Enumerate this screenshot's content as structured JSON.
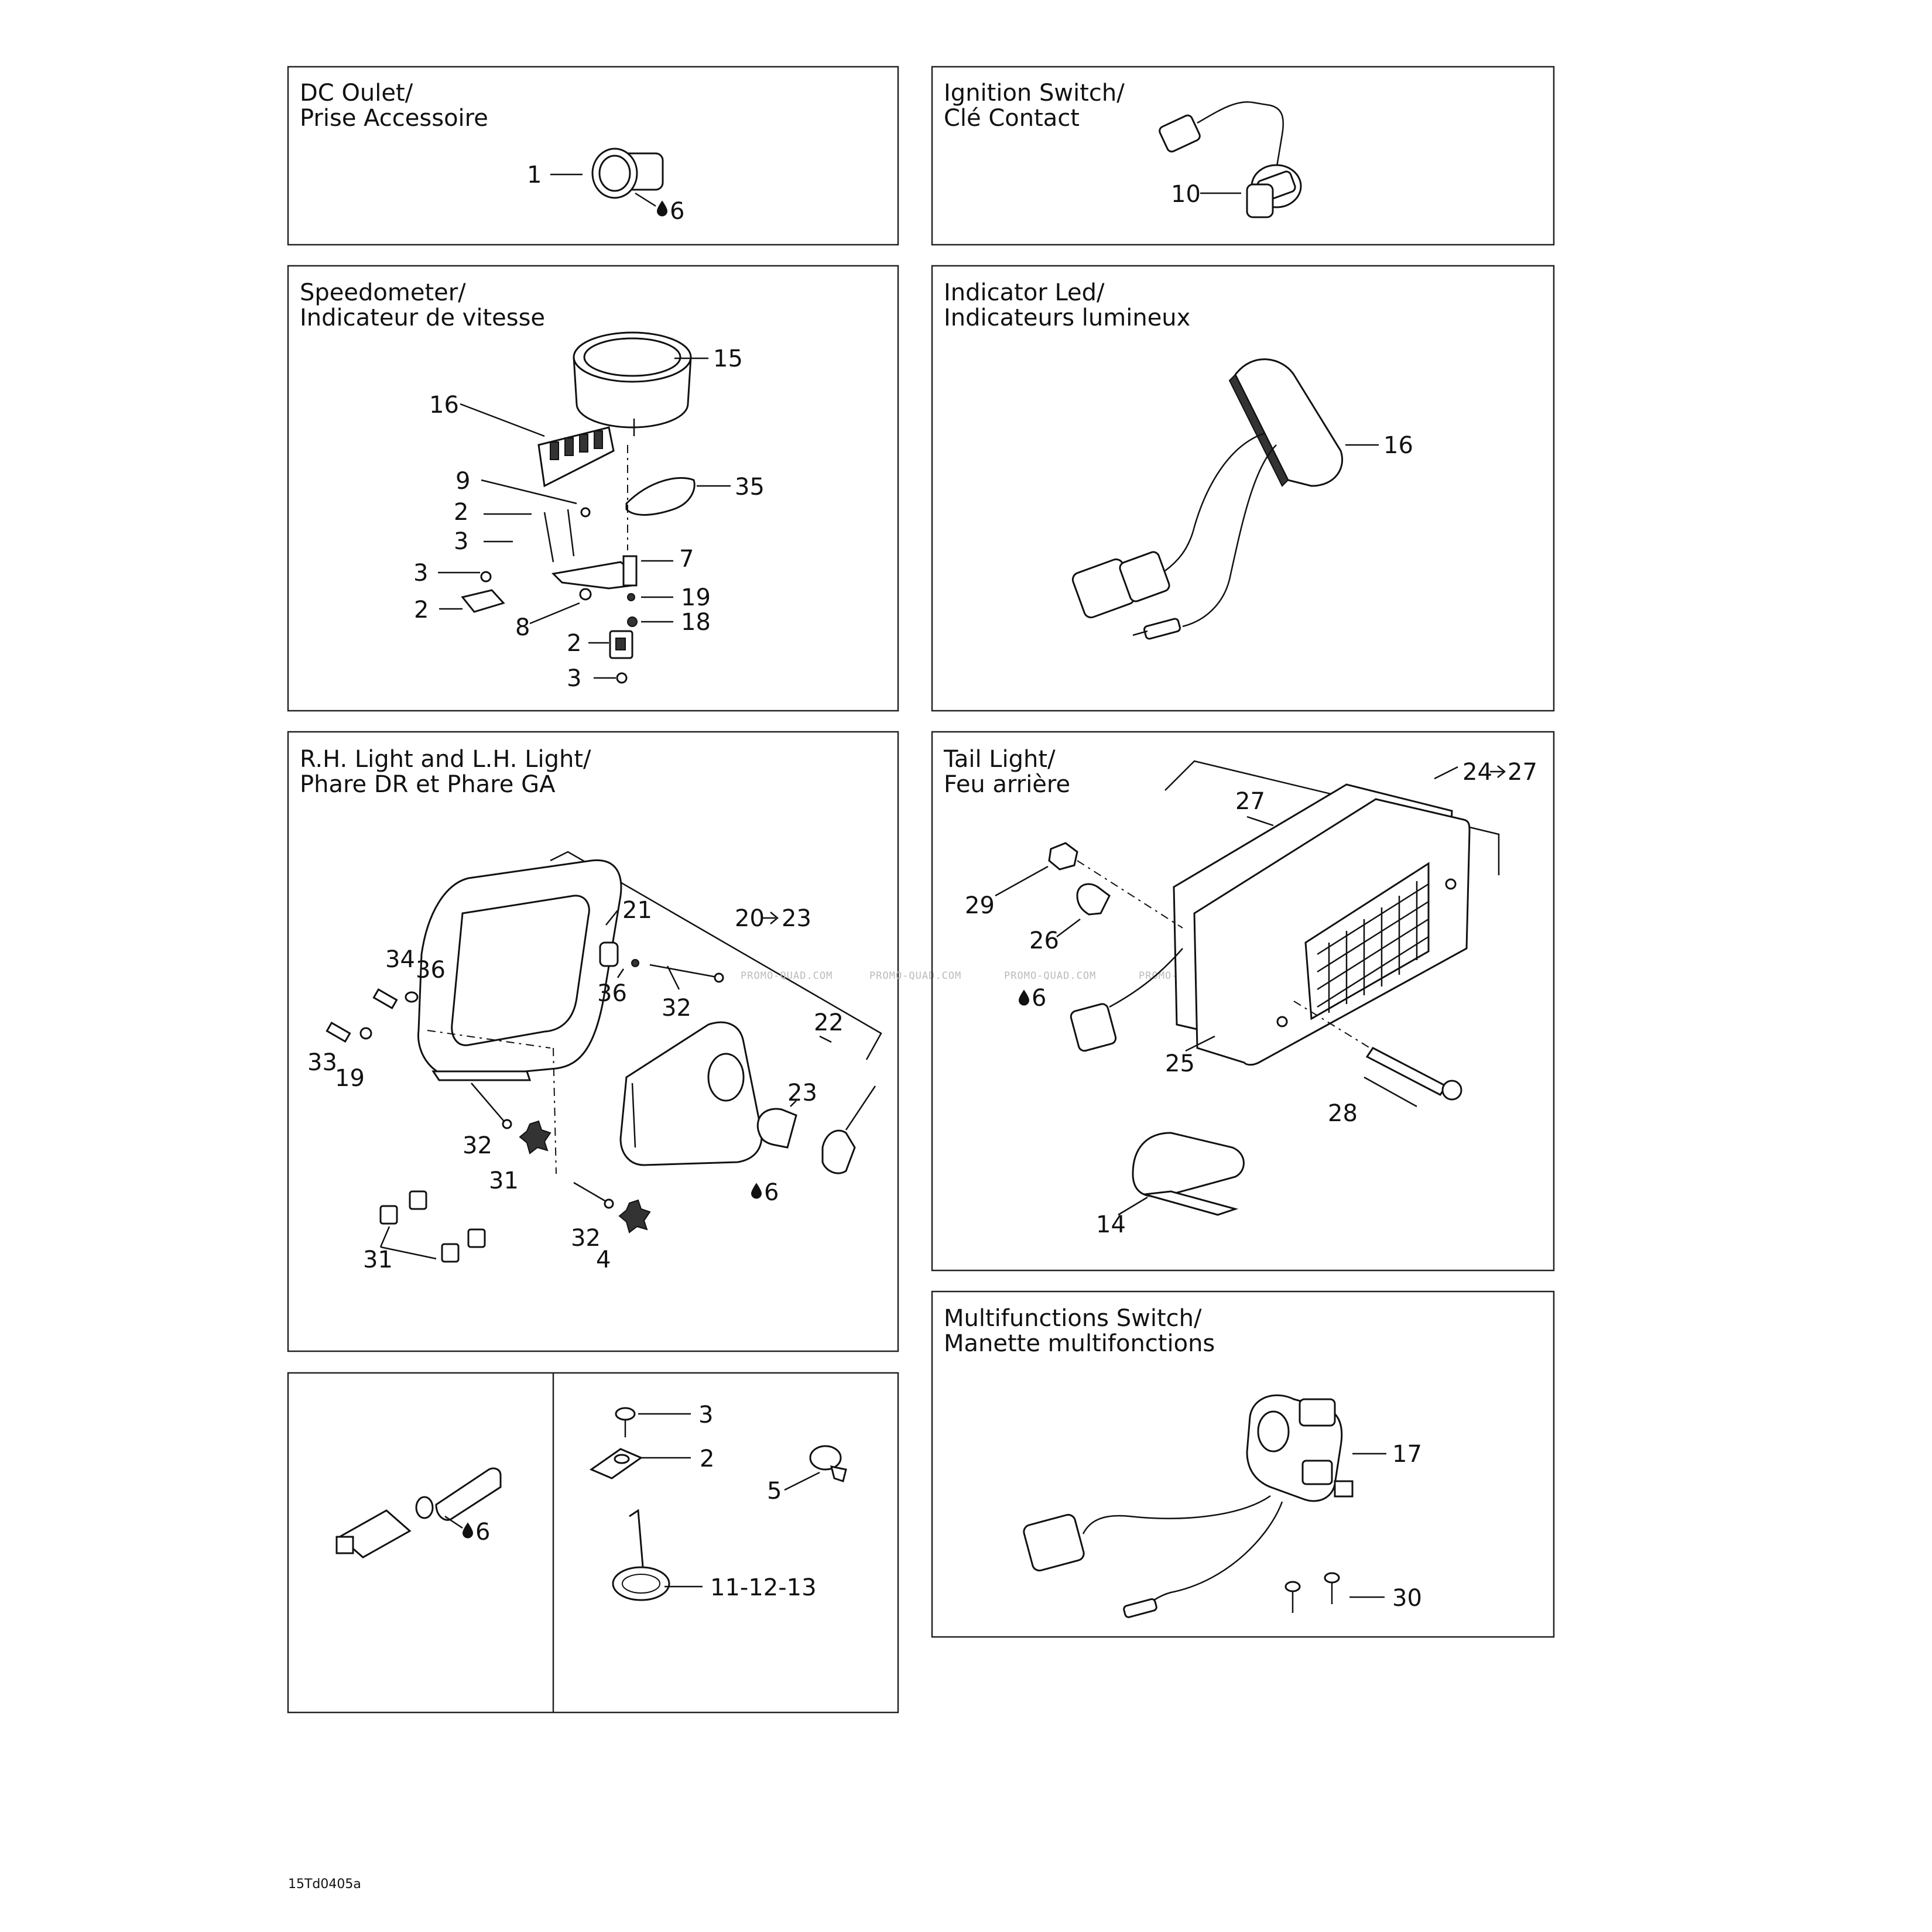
{
  "panels": {
    "dc_outlet": {
      "title1": "DC Oulet/",
      "title2": "Prise Accessoire",
      "labels": [
        "1",
        "6"
      ]
    },
    "ignition": {
      "title1": "Ignition Switch/",
      "title2": "Clé Contact",
      "labels": [
        "10"
      ]
    },
    "speedometer": {
      "title1": "Speedometer/",
      "title2": "Indicateur de vitesse",
      "labels": [
        "15",
        "16",
        "9",
        "35",
        "2",
        "3",
        "7",
        "3",
        "2",
        "19",
        "8",
        "18",
        "2",
        "3"
      ]
    },
    "indicator": {
      "title1": "Indicator Led/",
      "title2": "Indicateurs lumineux",
      "labels": [
        "16"
      ]
    },
    "headlight": {
      "title1": "R.H. Light and L.H. Light/",
      "title2": "Phare DR et Phare GA",
      "labels": [
        "21",
        "20",
        "23",
        "34",
        "36",
        "36",
        "32",
        "22",
        "33",
        "19",
        "23",
        "32",
        "31",
        "6",
        "32",
        "4",
        "31"
      ]
    },
    "taillight": {
      "title1": "Tail Light/",
      "title2": "Feu arrière",
      "labels": [
        "27",
        "24",
        "27",
        "29",
        "26",
        "6",
        "25",
        "28",
        "14"
      ]
    },
    "misc": {
      "labels": [
        "3",
        "2",
        "5",
        "6",
        "11-12-13"
      ]
    },
    "multiswitch": {
      "title1": "Multifunctions Switch/",
      "title2": "Manette multifonctions",
      "labels": [
        "17",
        "30"
      ]
    }
  },
  "watermark": "PROMO-QUAD.COM",
  "drawing_code": "15Td0405a"
}
